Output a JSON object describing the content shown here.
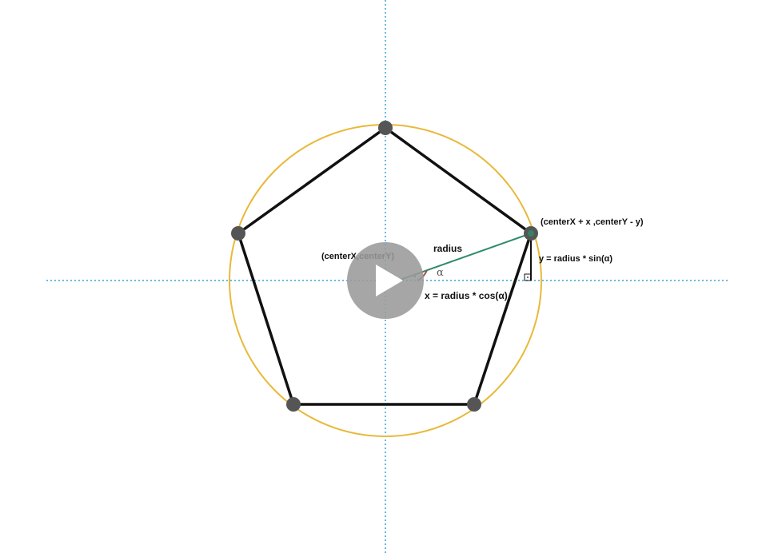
{
  "diagram": {
    "labels": {
      "center": "(centerX,centerY)",
      "vertex": "(centerX + x ,centerY - y)",
      "radius": "radius",
      "alpha": "α",
      "x_formula": "x = radius * cos(α)",
      "y_formula": "y = radius * sin(α)"
    },
    "colors": {
      "circle": "#e8b93a",
      "pentagon": "#111111",
      "vertex_dot": "#555555",
      "radius_line": "#2e8b6a",
      "axis": "#3aa0d8",
      "angle_arc": "#a0524d",
      "play_button_bg": "#9a9a9a",
      "play_button_icon": "#ffffff"
    },
    "icons": {
      "play": "play-icon"
    }
  }
}
